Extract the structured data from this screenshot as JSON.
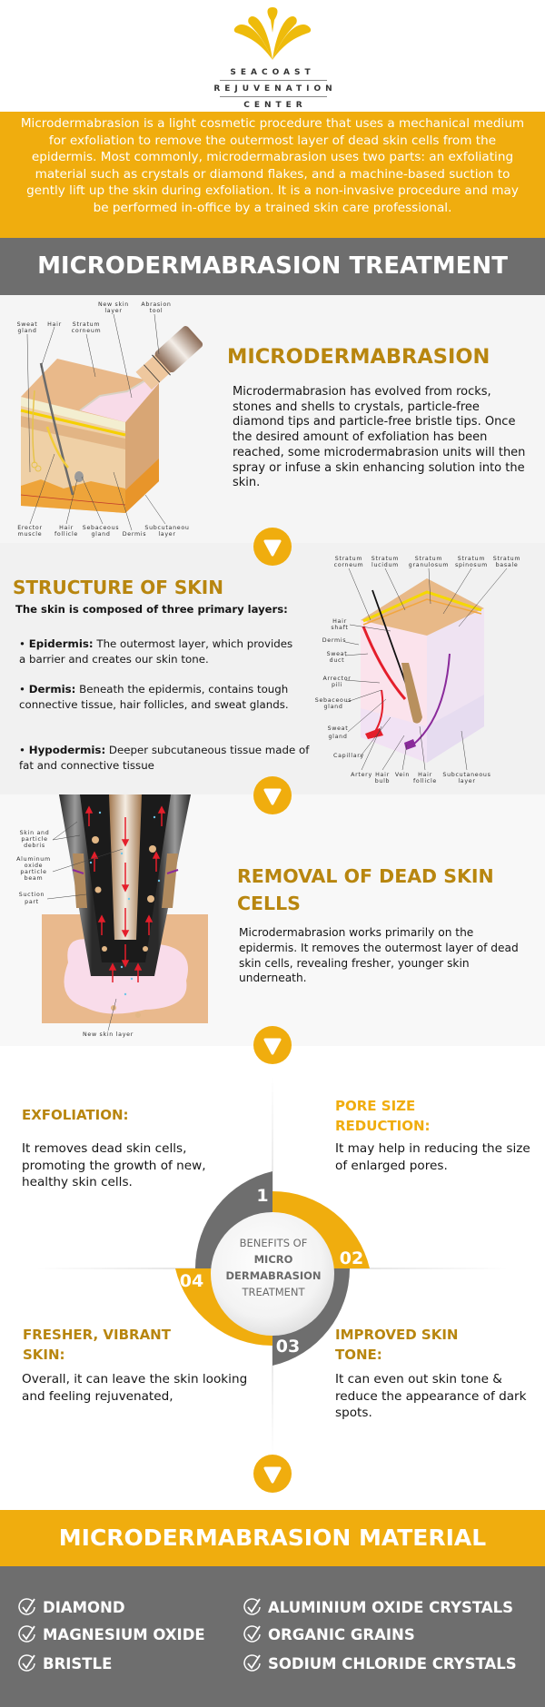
{
  "brand": {
    "line1": "SEACOAST",
    "line2": "REJUVENATION",
    "line3": "CENTER"
  },
  "colors": {
    "accent_yellow": "#f0ad0e",
    "title_gold": "#b8860f",
    "band_gray": "#6e6e6e",
    "logo_yellow": "#eebb0b"
  },
  "intro": "Microdermabrasion is a light cosmetic procedure that uses a mechanical medium for exfoliation to remove the outermost layer of dead skin cells from the epidermis. Most commonly, microdermabrasion uses two parts: an exfoliating material such as crystals or diamond flakes, and a machine-based suction to gently lift up the skin during exfoliation. It is a non-invasive procedure and may be performed in-office by a trained skin care professional.",
  "treatment_header": "MICRODERMABRASION TREATMENT",
  "section_microdermabrasion": {
    "title": "MICRODERMABRASION",
    "body": "Microdermabrasion has evolved from rocks, stones and shells to crystals, particle-free diamond tips and particle-free bristle tips. Once the desired amount of exfoliation has been reached, some microdermabrasion units will then spray or infuse a skin enhancing solution into the skin.",
    "labels": {
      "new_skin_layer": [
        "New skin",
        "layer"
      ],
      "abrasion_tool": [
        "Abrasion",
        "tool"
      ],
      "sweat_gland": [
        "Sweat",
        "gland"
      ],
      "hair": [
        "Hair"
      ],
      "stratum_corneum": [
        "Stratum",
        "corneum"
      ],
      "erector_muscle": [
        "Erector",
        "muscle"
      ],
      "hair_follicle": [
        "Hair",
        "follicle"
      ],
      "sebaceous_gland": [
        "Sebaceous",
        "gland"
      ],
      "dermis": [
        "Dermis"
      ],
      "subcutaneous_layer": [
        "Subcutaneou",
        "layer"
      ]
    }
  },
  "section_structure": {
    "title": "STRUCTURE OF SKIN",
    "intro": "The skin is composed of three primary layers:",
    "bullets": [
      {
        "term": "Epidermis:",
        "text": " The outermost layer, which provides a barrier and creates our skin tone."
      },
      {
        "term": "Dermis:",
        "text": " Beneath the epidermis, contains tough connective tissue, hair follicles, and sweat glands."
      },
      {
        "term": "Hypodermis:",
        "text": " Deeper subcutaneous tissue made of fat and connective tissue"
      }
    ],
    "labels": {
      "stratum_corneum": [
        "Stratum",
        "corneum"
      ],
      "stratum_lucidum": [
        "Stratum",
        "lucidum"
      ],
      "stratum_granulosum": [
        "Stratum",
        "granulosum"
      ],
      "stratum_spinosum": [
        "Stratum",
        "spinosum"
      ],
      "stratum_basale": [
        "Stratum",
        "basale"
      ],
      "hair_shaft": [
        "Hair",
        "shaft"
      ],
      "dermis": [
        "Dermis"
      ],
      "sweat_duct": [
        "Sweat",
        "duct"
      ],
      "arrector_pili": [
        "Arrector",
        "pili"
      ],
      "sebaceous_gland": [
        "Sebaceous",
        "gland"
      ],
      "sweat_gland": [
        "Sweat",
        "gland"
      ],
      "capillary": [
        "Capillary"
      ],
      "artery": [
        "Artery"
      ],
      "hair_bulb": [
        "Hair",
        "bulb"
      ],
      "vein": [
        "Vein"
      ],
      "hair_follicle": [
        "Hair",
        "follicle"
      ],
      "subcutaneous_layer": [
        "Subcutaneous",
        "layer"
      ]
    }
  },
  "section_removal": {
    "title_line1": "REMOVAL OF DEAD SKIN",
    "title_line2": "CELLS",
    "body": "Microdermabrasion works primarily on the epidermis. It removes the outermost layer of dead skin cells, revealing fresher, younger skin underneath.",
    "labels": {
      "debris": [
        "Skin and",
        "particle",
        "debris"
      ],
      "beam": [
        "Aluminum",
        "oxide",
        "particle",
        "beam"
      ],
      "suction": [
        "Suction",
        "part"
      ],
      "new_skin": [
        "New skin layer"
      ]
    }
  },
  "benefits": {
    "center": {
      "line1": "BENEFITS OF",
      "line2": "MICRO",
      "line3": "DERMABRASION",
      "line4": "TREATMENT"
    },
    "items": [
      {
        "number": "1",
        "title": "EXFOLIATION:",
        "body": "It removes dead skin cells, promoting the growth of new, healthy skin cells."
      },
      {
        "number": "02",
        "title": "PORE SIZE REDUCTION:",
        "body": "It may help in reducing the size of enlarged pores."
      },
      {
        "number": "03",
        "title": "IMPROVED SKIN TONE:",
        "body": "It can even out skin tone & reduce the appearance of dark spots."
      },
      {
        "number": "04",
        "title": "FRESHER, VIBRANT SKIN:",
        "body": "Overall, it can leave the skin looking and feeling rejuvenated,"
      }
    ]
  },
  "material": {
    "title": "MICRODERMABRASION MATERIAL",
    "items": [
      "DIAMOND",
      "MAGNESIUM OXIDE",
      "BRISTLE",
      "ALUMINIUM OXIDE CRYSTALS",
      "ORGANIC GRAINS",
      "SODIUM CHLORIDE CRYSTALS"
    ]
  }
}
